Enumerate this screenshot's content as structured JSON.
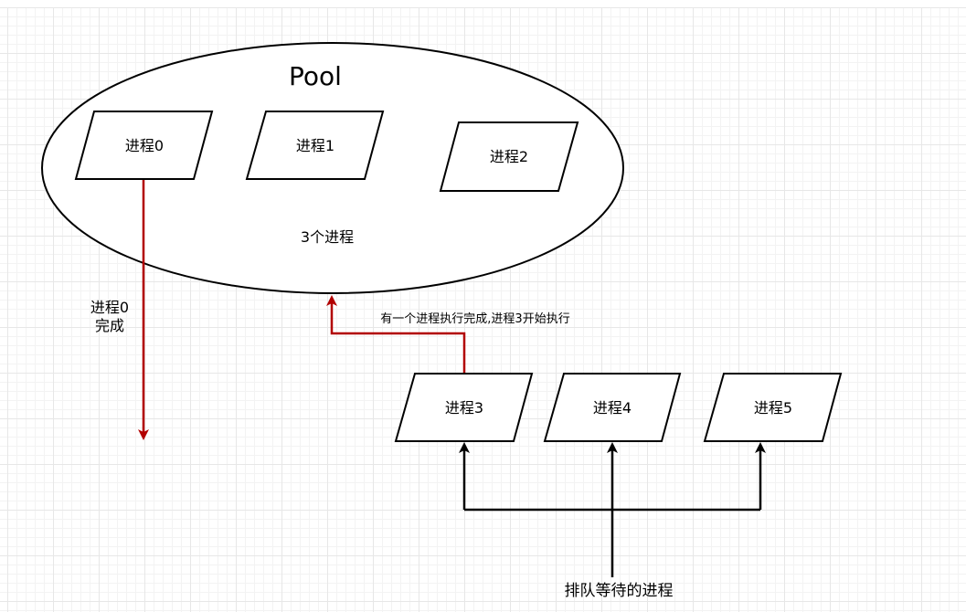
{
  "pool": {
    "title": "Pool",
    "caption": "3个进程",
    "processes": [
      "进程0",
      "进程1",
      "进程2"
    ]
  },
  "queue": {
    "processes": [
      "进程3",
      "进程4",
      "进程5"
    ],
    "label": "排队等待的进程"
  },
  "annotations": {
    "done_line1": "进程0",
    "done_line2": "完成",
    "enter_pool": "有一个进程执行完成,进程3开始执行"
  },
  "colors": {
    "stroke": "#000000",
    "highlight_arrow": "#b20000",
    "fill": "#ffffff"
  }
}
